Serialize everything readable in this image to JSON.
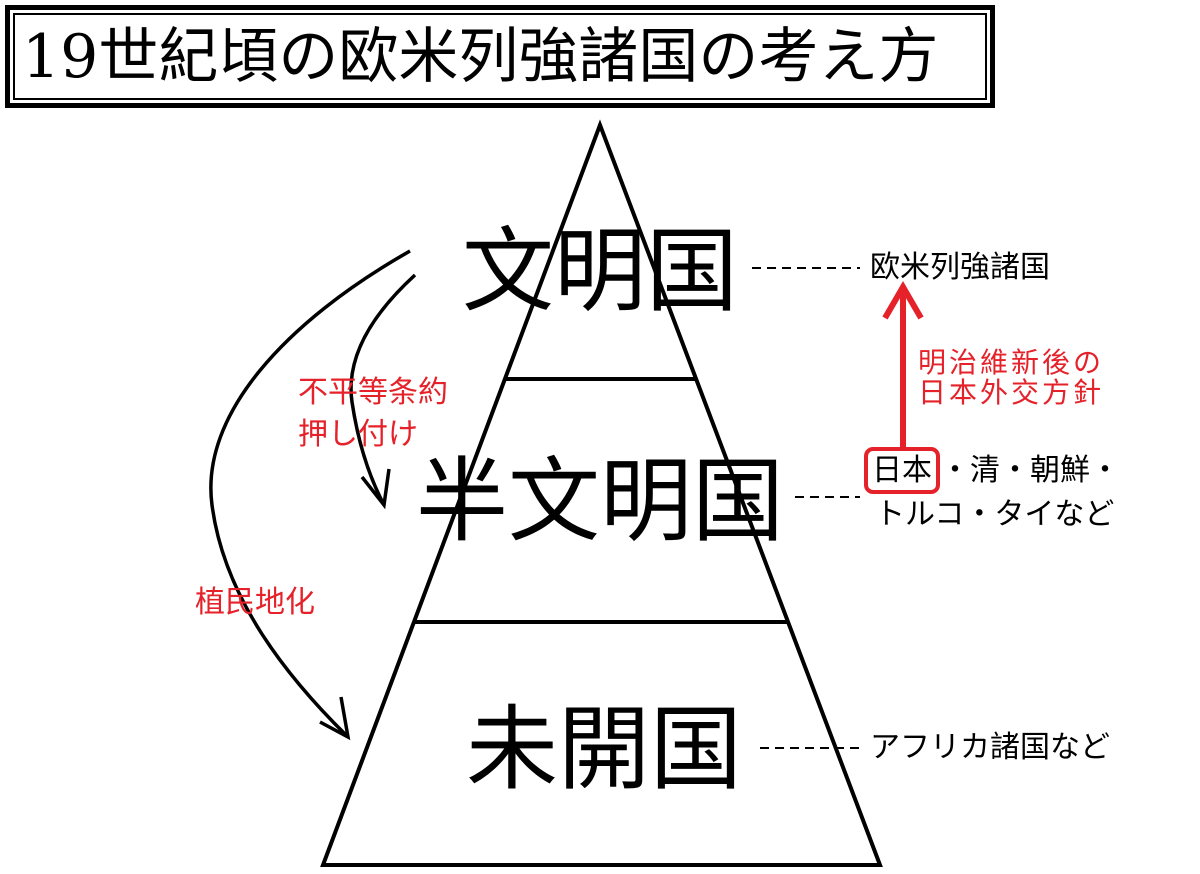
{
  "title": "19世紀頃の欧米列強諸国の考え方",
  "tiers": {
    "top": "文明国",
    "middle": "半文明国",
    "bottom": "未開国"
  },
  "descriptions": {
    "top": "欧米列強諸国",
    "middle_highlight": "日本",
    "middle_line1_rest": "・清・朝鮮・",
    "middle_line2": "トルコ・タイなど",
    "bottom": "アフリカ諸国など"
  },
  "annotations": {
    "unequal_treaty": [
      "不平等条約",
      "押し付け"
    ],
    "colonization": "植民地化",
    "meiji_policy": [
      "明治維新後の",
      "日本外交方針"
    ]
  },
  "colors": {
    "accent_red": "#e5222a",
    "line": "#000000"
  }
}
